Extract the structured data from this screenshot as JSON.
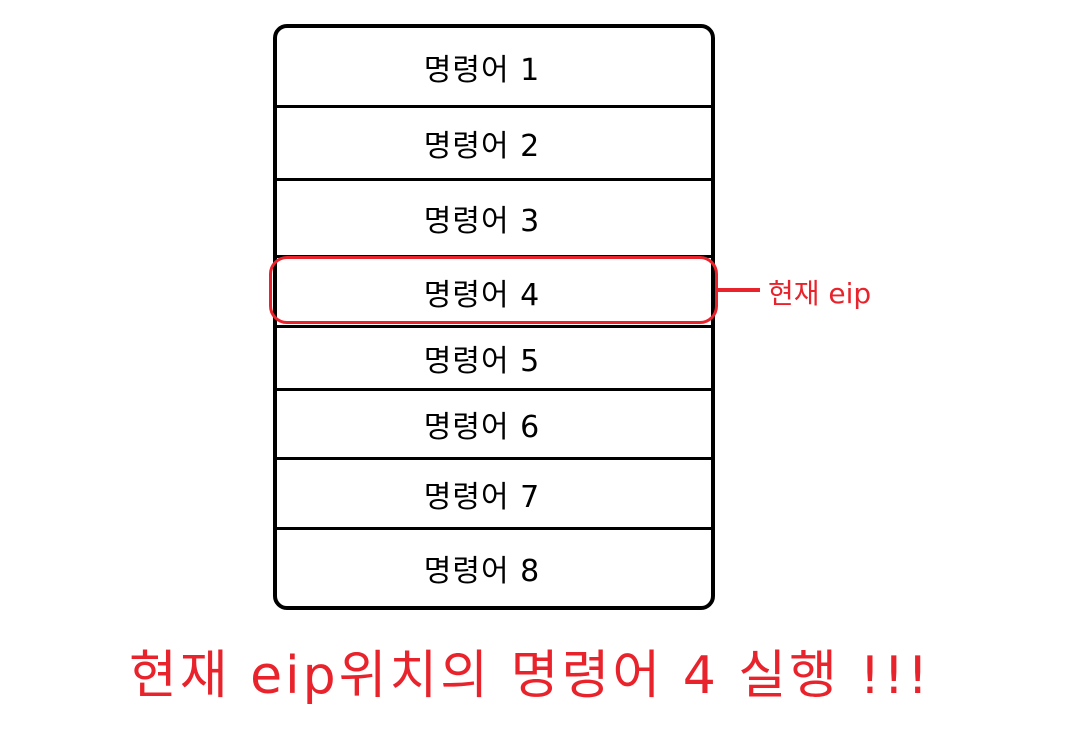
{
  "instructions": [
    {
      "label": "명령어 1"
    },
    {
      "label": "명령어 2"
    },
    {
      "label": "명령어 3"
    },
    {
      "label": "명령어 4"
    },
    {
      "label": "명령어 5"
    },
    {
      "label": "명령어 6"
    },
    {
      "label": "명령어 7"
    },
    {
      "label": "명령어 8"
    }
  ],
  "pointer": {
    "label": "현재 eip"
  },
  "caption": "현재 eip위치의 명령어 4 실행 !!!",
  "colors": {
    "accent": "#e8232b",
    "stroke": "#000000",
    "background": "#ffffff"
  }
}
